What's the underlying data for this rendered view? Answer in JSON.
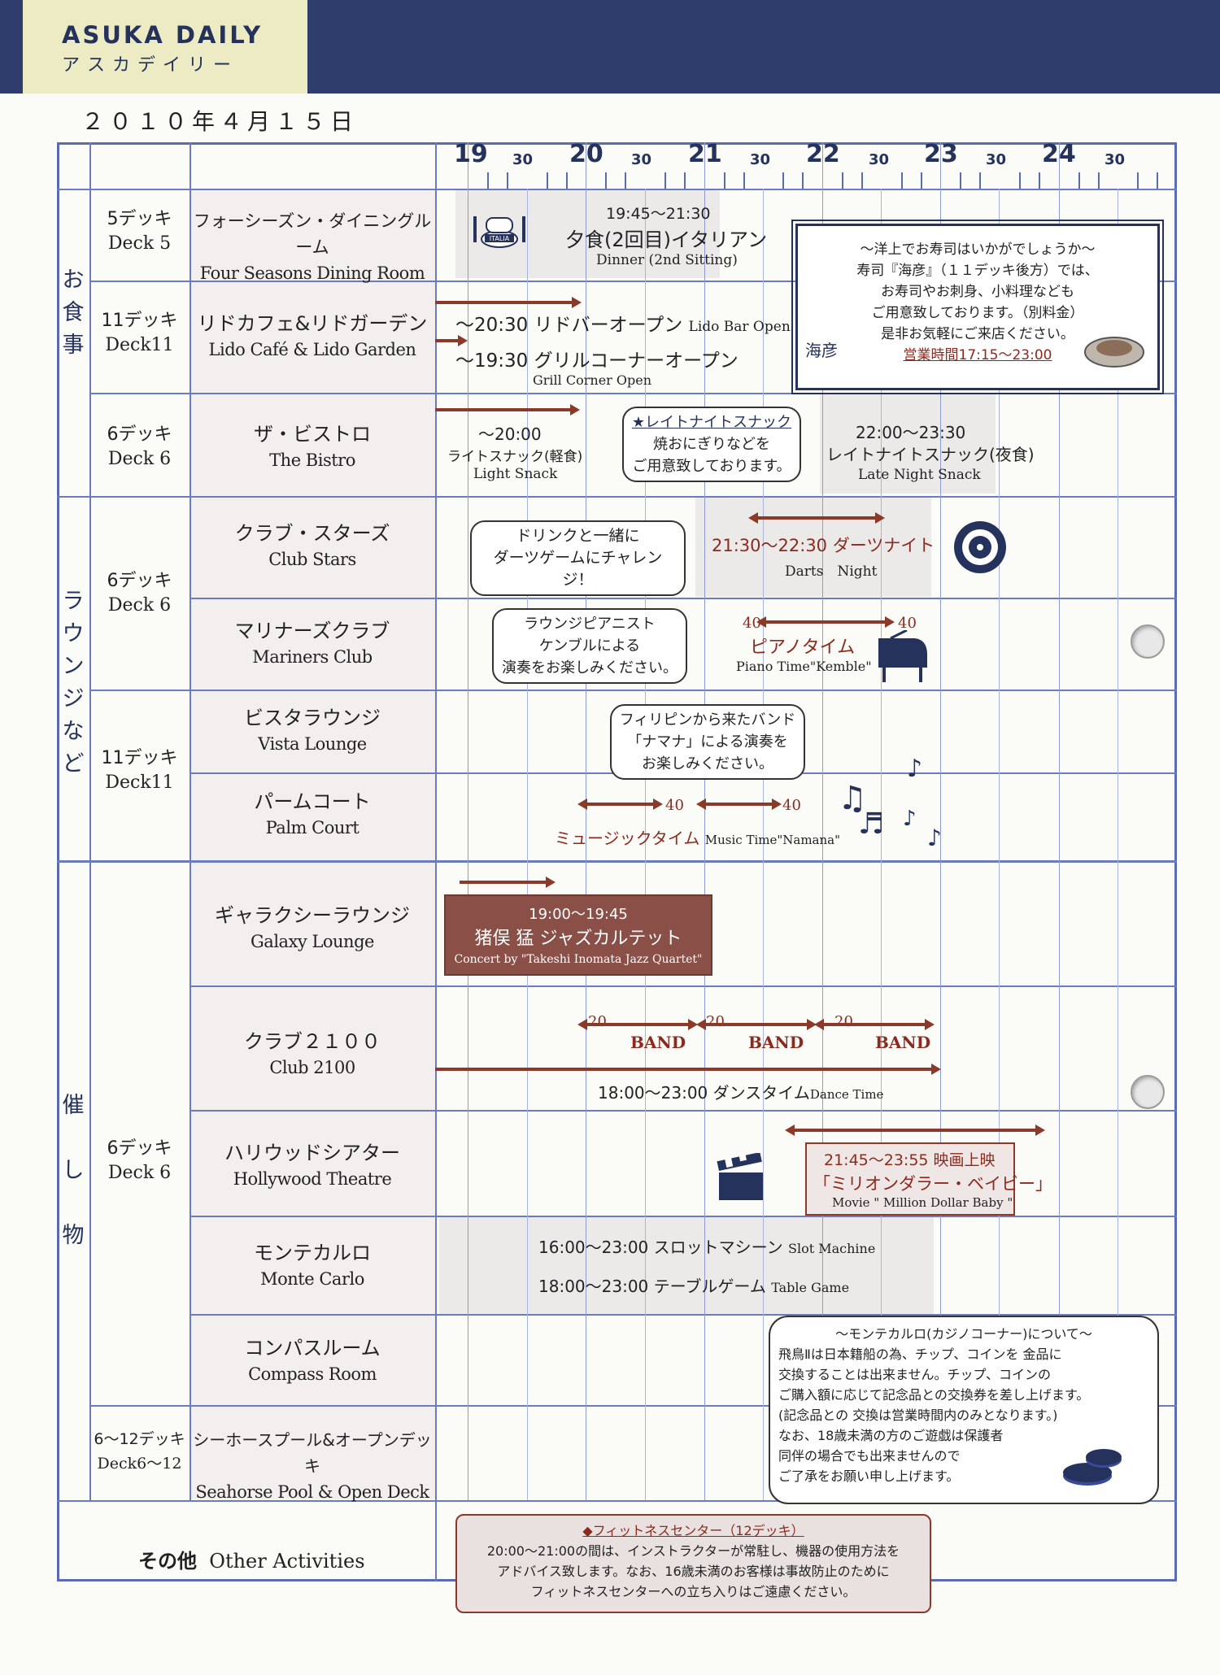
{
  "header": {
    "brand": "ASUKA DAILY",
    "brand_kana": "アスカデイリー"
  },
  "date": "２０１０年４月１５日",
  "timeline": {
    "hours": [
      "19",
      "20",
      "21",
      "22",
      "23",
      "24"
    ],
    "half": "30"
  },
  "sections": {
    "dining": "お食事",
    "lounge": "ラウンジなど",
    "events": "催し物"
  },
  "decks": {
    "d5": [
      "5デッキ",
      "Deck 5"
    ],
    "d11a": [
      "11デッキ",
      "Deck11"
    ],
    "d6a": [
      "6デッキ",
      "Deck 6"
    ],
    "d6b": [
      "6デッキ",
      "Deck 6"
    ],
    "d11b": [
      "11デッキ",
      "Deck11"
    ],
    "d6c": [
      "6デッキ",
      "Deck 6"
    ],
    "d612": [
      "6〜12デッキ",
      "Deck6〜12"
    ]
  },
  "venues": {
    "four_seasons": [
      "フォーシーズン・ダイニングルーム",
      "Four Seasons Dining Room"
    ],
    "lido": [
      "リドカフェ&リドガーデン",
      "Lido Café & Lido Garden"
    ],
    "bistro": [
      "ザ・ビストロ",
      "The Bistro"
    ],
    "club_stars": [
      "クラブ・スターズ",
      "Club Stars"
    ],
    "mariners": [
      "マリナーズクラブ",
      "Mariners Club"
    ],
    "vista": [
      "ビスタラウンジ",
      "Vista Lounge"
    ],
    "palm": [
      "パームコート",
      "Palm Court"
    ],
    "galaxy": [
      "ギャラクシーラウンジ",
      "Galaxy Lounge"
    ],
    "club2100": [
      "クラブ２１００",
      "Club 2100"
    ],
    "hollywood": [
      "ハリウッドシアター",
      "Hollywood Theatre"
    ],
    "monte": [
      "モンテカルロ",
      "Monte Carlo"
    ],
    "compass": [
      "コンパスルーム",
      "Compass Room"
    ],
    "seahorse": [
      "シーホースプール&オープンデッキ",
      "Seahorse Pool & Open Deck"
    ],
    "other": [
      "その他",
      "Other Activities"
    ]
  },
  "events": {
    "dinner_time": "19:45〜21:30",
    "dinner_ja": "夕食(2回目)イタリアン",
    "dinner_en": "Dinner (2nd Sitting)",
    "italia": "ITALIA",
    "sushi": [
      "〜洋上でお寿司はいかがでしょうか〜",
      "寿司『海彦』（１１デッキ後方）では、",
      "お寿司やお刺身、小料理なども",
      "ご用意致しております。（別料金）",
      "是非お気軽にご来店ください。",
      "営業時間17:15〜23:00"
    ],
    "sushi_sign": "海彦",
    "lido_bar": "〜20:30 リドバーオープン",
    "lido_bar_en": "Lido Bar Open",
    "grill": "〜19:30 グリルコーナーオープン",
    "grill_en": "Grill Corner Open",
    "snack_time": "〜20:00",
    "snack_ja": "ライトスナック(軽食)",
    "snack_en": "Light Snack",
    "late_bubble": [
      "★レイトナイトスナック",
      "焼おにぎりなどを",
      "ご用意致しております。"
    ],
    "late_time": "22:00〜23:30",
    "late_ja": "レイトナイトスナック(夜食)",
    "late_en": "Late Night Snack",
    "darts_bubble": [
      "ドリンクと一緒に",
      "ダーツゲームにチャレンジ！"
    ],
    "darts_time": "21:30〜22:30 ダーツナイト",
    "darts_en": "Darts　Night",
    "piano_bubble": [
      "ラウンジピアニスト",
      "ケンブルによる",
      "演奏をお楽しみください。"
    ],
    "piano_ja": "ピアノタイム",
    "piano_en": "Piano Time\"Kemble\"",
    "forty": "40",
    "namana_bubble": [
      "フィリピンから来たバンド",
      "「ナマナ」による演奏を",
      "お楽しみください。"
    ],
    "music_ja": "ミュージックタイム",
    "music_en": "Music Time\"Namana\"",
    "jazz_time": "19:00〜19:45",
    "jazz_ja": "猪俣 猛 ジャズカルテット",
    "jazz_en": "Concert by \"Takeshi Inomata Jazz Quartet\"",
    "band": "BAND",
    "twenty": "20",
    "dance_time": "18:00〜23:00",
    "dance_ja": "ダンスタイム",
    "dance_en": "Dance Time",
    "movie_time": "21:45〜23:55 映画上映",
    "movie_ja": "「ミリオンダラー・ベイビー」",
    "movie_en": "Movie \" Million Dollar Baby \"",
    "slot": "16:00〜23:00 スロットマシーン",
    "slot_en": "Slot Machine",
    "table": "18:00〜23:00 テーブルゲーム",
    "table_en": "Table Game",
    "casino": [
      "〜モンテカルロ(カジノコーナー)について〜",
      "飛鳥Ⅱは日本籍船の為、チップ、コインを 金品に",
      "交換することは出来ません。チップ、コインの",
      "ご購入額に応じて記念品との交換券を差し上げます。",
      "(記念品との 交換は営業時間内のみとなります。)",
      "なお、18歳未満の方のご遊戯は保護者",
      "同伴の場合でも出来ませんので",
      "ご了承をお願い申し上げます。"
    ],
    "fitness": [
      "◆フィットネスセンター（12デッキ）",
      "20:00〜21:00の間は、インストラクターが常駐し、機器の使用方法を",
      "アドバイス致します。なお、16歳未満のお客様は事故防止のために",
      "フィットネスセンターへの立ち入りはご遠慮ください。"
    ]
  }
}
